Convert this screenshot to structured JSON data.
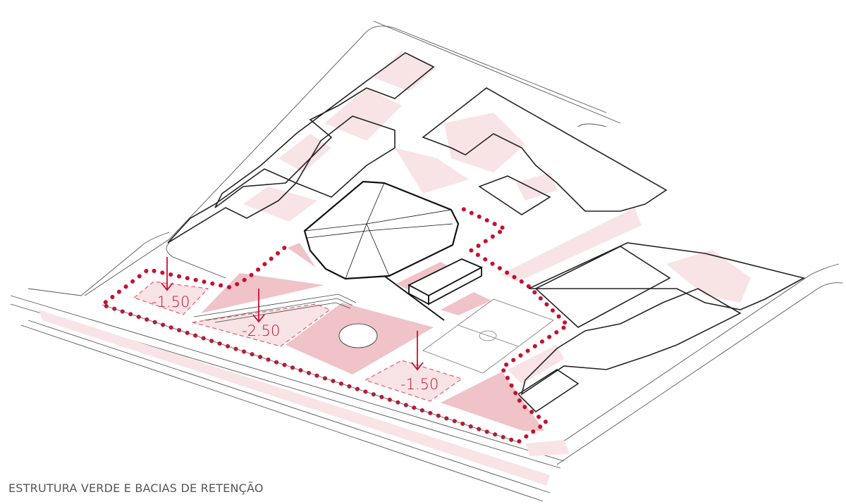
{
  "caption": "ESTRUTURA VERDE E BACIAS DE RETENÇÃO",
  "basins": [
    {
      "label": "-1.50"
    },
    {
      "label": "-2.50"
    },
    {
      "label": "-1.50"
    }
  ],
  "colors": {
    "accent": "#c8102e",
    "fill_strong": "#efc3c8",
    "fill_light": "#f8e3e5",
    "line": "#222222"
  }
}
